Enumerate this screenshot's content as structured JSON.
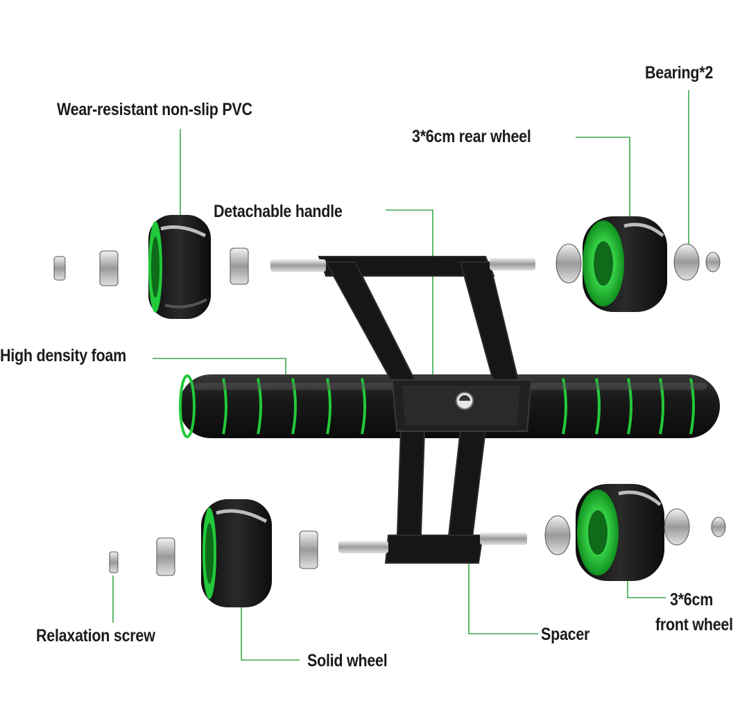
{
  "labels": {
    "pvc": "Wear-resistant non-slip PVC",
    "bearing": "Bearing*2",
    "rear_wheel": "3*6cm rear wheel",
    "handle": "Detachable handle",
    "foam": "High density foam",
    "screw": "Relaxation screw",
    "solid_wheel": "Solid wheel",
    "spacer": "Spacer",
    "front_wheel_line1": "3*6cm",
    "front_wheel_line2": "front wheel"
  },
  "colors": {
    "accent_green": "#22c93a",
    "leader_line": "#3aa84a",
    "body_black": "#151515",
    "metal": "#c9c9c9",
    "text": "#1b1b1b"
  }
}
